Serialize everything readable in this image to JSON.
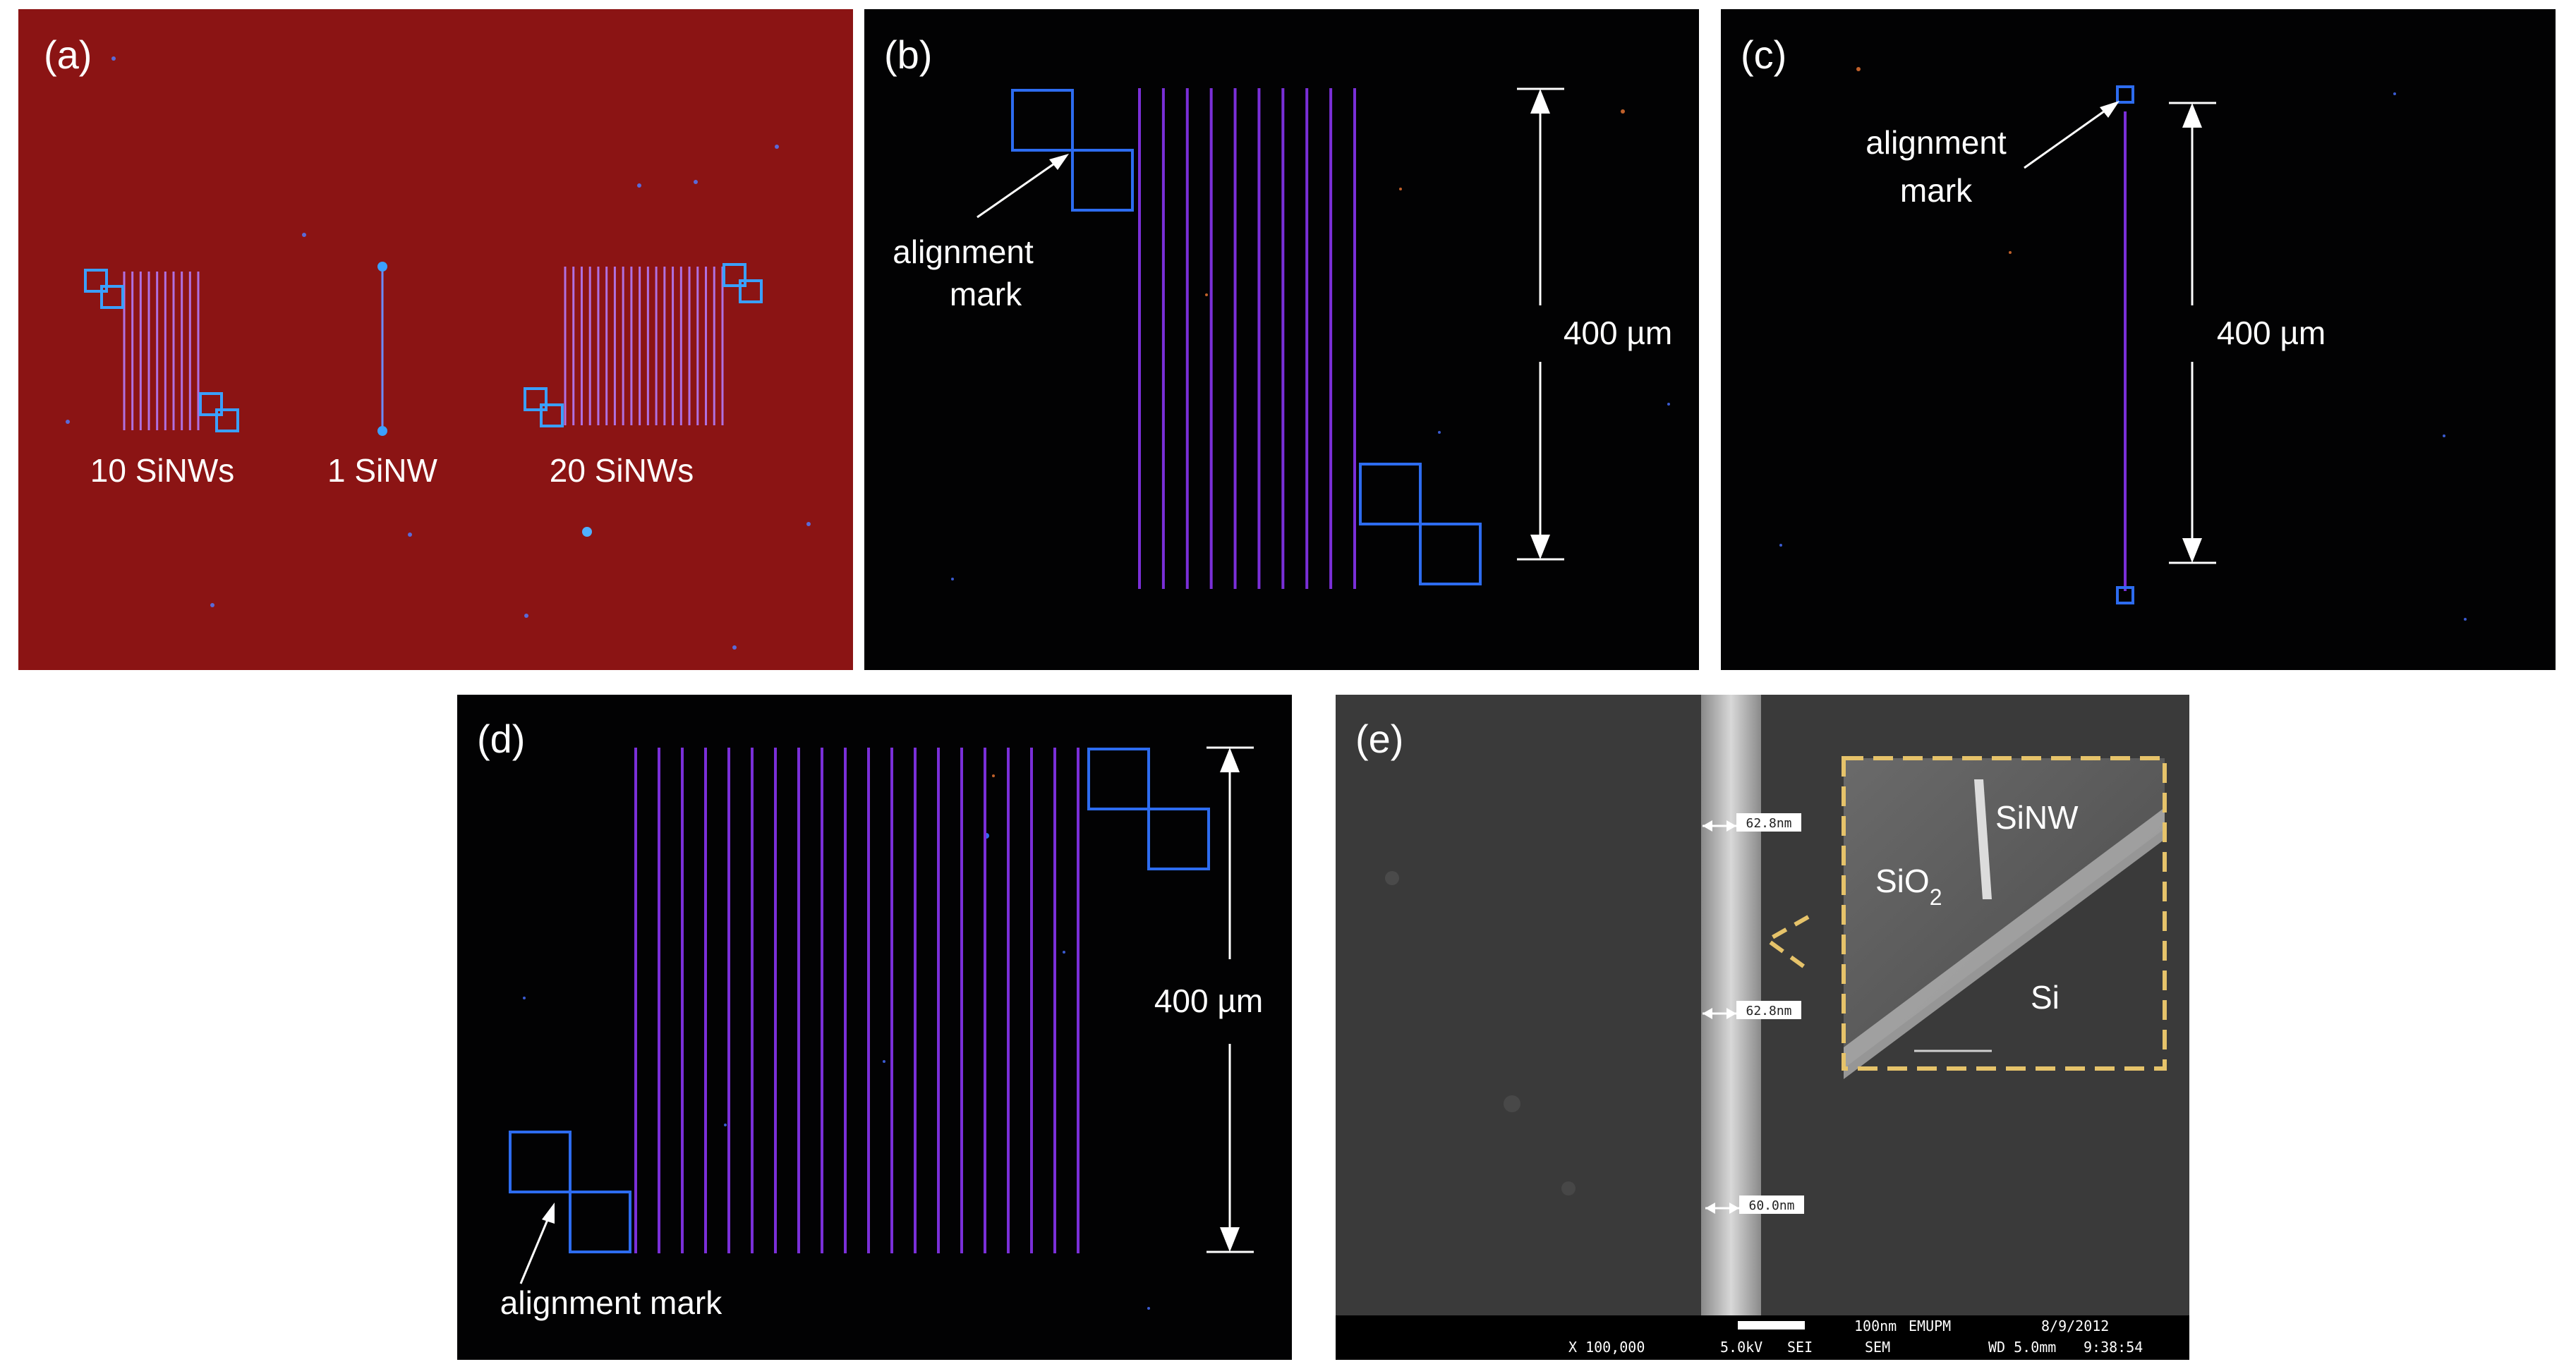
{
  "panels": {
    "a": {
      "label": "(a)",
      "captions": [
        "10 SiNWs",
        "1 SiNW",
        "20 SiNWs"
      ],
      "wire_counts": [
        10,
        1,
        20
      ],
      "background": "#8b1414"
    },
    "b": {
      "label": "(b)",
      "annotation_line1": "alignment",
      "annotation_line2": "mark",
      "length": "400 µm",
      "wire_count": 10,
      "background": "#020203"
    },
    "c": {
      "label": "(c)",
      "annotation_line1": "alignment",
      "annotation_line2": "mark",
      "length": "400 µm",
      "background": "#020203"
    },
    "d": {
      "label": "(d)",
      "annotation": "alignment mark",
      "length": "400 µm",
      "wire_count": 20,
      "background": "#020203"
    },
    "e": {
      "label": "(e)",
      "widths": [
        "62.8nm",
        "62.8nm",
        "60.0nm"
      ],
      "inset": {
        "sinw": "SiNW",
        "sio2_base": "SiO",
        "sio2_sub": "2",
        "si": "Si"
      },
      "footer": {
        "scale": "100nm",
        "lab": "EMUPM",
        "date": "8/9/2012",
        "magnification": "X 100,000",
        "voltage": "5.0kV",
        "detector": "SEI",
        "mode": "SEM",
        "wd": "WD 5.0mm",
        "time": "9:38:54"
      },
      "background": "#3a3a3a"
    }
  },
  "colors": {
    "mark_blue": "#2d6cf0",
    "wire_violet": "#7a2fd8",
    "inset_frame": "#e6c36a",
    "text": "#ffffff"
  }
}
